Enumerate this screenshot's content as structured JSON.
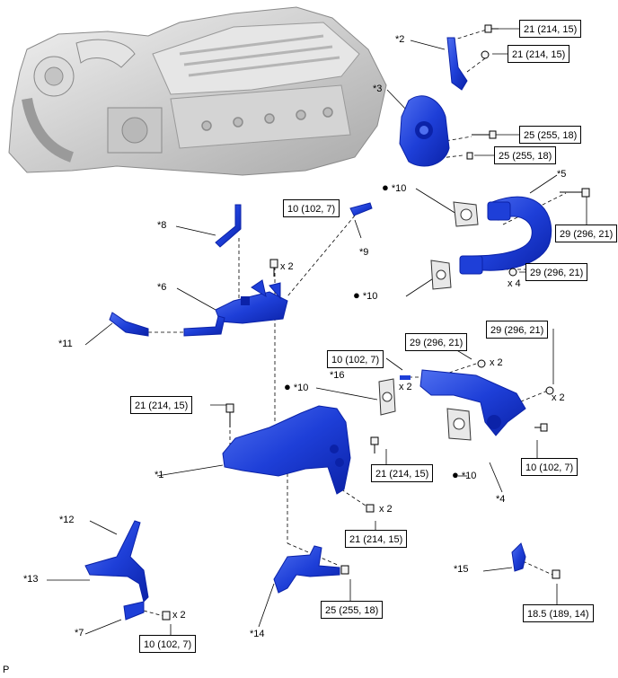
{
  "diagram": {
    "colors": {
      "part": "#1e3fd8",
      "part_dark": "#0b22a8",
      "engine": "#cfcfcf",
      "line": "#000000"
    },
    "torque": {
      "t2a": "21 (214, 15)",
      "t2b": "21 (214, 15)",
      "t3a": "25 (255, 18)",
      "t3b": "25 (255, 18)",
      "t6": "10 (102, 7)",
      "t5a": "29 (296, 21)",
      "t5b": "29 (296, 21)",
      "t16": "10 (102, 7)",
      "t4a": "29 (296, 21)",
      "t4b": "29 (296, 21)",
      "t1a": "21 (214, 15)",
      "t1b": "21 (214, 15)",
      "t1c": "21 (214, 15)",
      "t4c": "10 (102, 7)",
      "t14": "25 (255, 18)",
      "t15": "18.5 (189, 14)",
      "t7": "10 (102, 7)"
    },
    "labels": {
      "p2": "*2",
      "p3": "*3",
      "p5": "*5",
      "p10a": "*10",
      "p8": "*8",
      "p9": "*9",
      "p6": "*6",
      "p10b": "*10",
      "p11": "*11",
      "p16": "*16",
      "p10c": "*10",
      "p1": "*1",
      "p10d": "*10",
      "p4": "*4",
      "p12": "*12",
      "p13": "*13",
      "p7": "*7",
      "p14": "*14",
      "p15": "*15"
    },
    "quantities": {
      "q6": "x 2",
      "q5": "x 4",
      "q16": "x 2",
      "q4a": "x 2",
      "q4b": "x 2",
      "q1": "x 2",
      "q7": "x 2"
    },
    "bullet": "●",
    "corner_mark": "P"
  }
}
